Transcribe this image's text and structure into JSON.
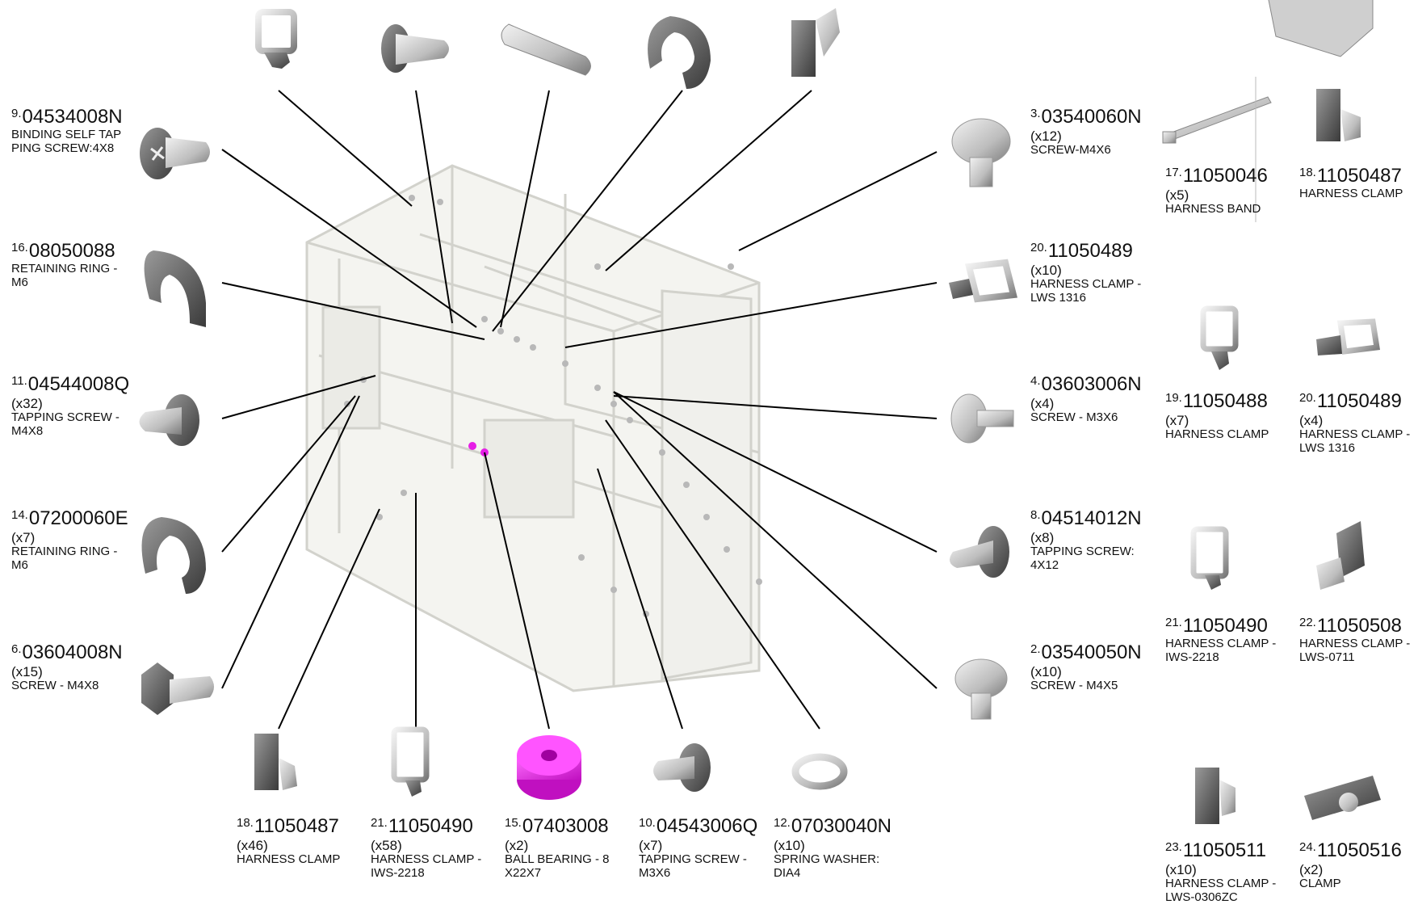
{
  "parts": [
    {
      "id": "p9",
      "num": "9.",
      "code": "04534008N",
      "qty": "",
      "desc": "BINDING SELF TAP PING SCREW:4X8",
      "icon": "binding-screw-icon"
    },
    {
      "id": "p16",
      "num": "16.",
      "code": "08050088",
      "qty": "",
      "desc": "RETAINING RING - M6",
      "icon": "retaining-ring-icon"
    },
    {
      "id": "p11",
      "num": "11.",
      "code": "04544008Q",
      "qty": "(x32)",
      "desc": "TAPPING SCREW - M4X8",
      "icon": "tapping-screw-icon"
    },
    {
      "id": "p14",
      "num": "14.",
      "code": "07200060E",
      "qty": "(x7)",
      "desc": "RETAINING RING - M6",
      "icon": "e-ring-icon"
    },
    {
      "id": "p6",
      "num": "6.",
      "code": "03604008N",
      "qty": "(x15)",
      "desc": "SCREW - M4X8",
      "icon": "hex-screw-icon"
    },
    {
      "id": "p3",
      "num": "3.",
      "code": "03540060N",
      "qty": "(x12)",
      "desc": "SCREW-M4X6",
      "icon": "mushroom-screw-icon"
    },
    {
      "id": "p20a",
      "num": "20.",
      "code": "11050489",
      "qty": "(x10)",
      "desc": "HARNESS CLAMP - LWS 1316",
      "icon": "harness-clamp-icon"
    },
    {
      "id": "p4",
      "num": "4.",
      "code": "03603006N",
      "qty": "(x4)",
      "desc": "SCREW - M3X6",
      "icon": "flange-screw-icon"
    },
    {
      "id": "p8",
      "num": "8.",
      "code": "04514012N",
      "qty": "(x8)",
      "desc": "TAPPING SCREW: 4X12",
      "icon": "tapping-screw-icon"
    },
    {
      "id": "p2",
      "num": "2.",
      "code": "03540050N",
      "qty": "(x10)",
      "desc": "SCREW - M4X5",
      "icon": "mushroom-screw-icon"
    },
    {
      "id": "p18a",
      "num": "18.",
      "code": "11050487",
      "qty": "(x46)",
      "desc": "HARNESS CLAMP",
      "icon": "harness-clamp-icon"
    },
    {
      "id": "p21a",
      "num": "21.",
      "code": "11050490",
      "qty": "(x58)",
      "desc": "HARNESS CLAMP - IWS-2218",
      "icon": "harness-clamp-icon"
    },
    {
      "id": "p15",
      "num": "15.",
      "code": "07403008",
      "qty": "(x2)",
      "desc": "BALL BEARING - 8 X22X7",
      "icon": "ball-bearing-icon",
      "highlight": "#e61ee6"
    },
    {
      "id": "p10",
      "num": "10.",
      "code": "04543006Q",
      "qty": "(x7)",
      "desc": "TAPPING SCREW - M3X6",
      "icon": "tapping-screw-icon"
    },
    {
      "id": "p12",
      "num": "12.",
      "code": "07030040N",
      "qty": "(x10)",
      "desc": "SPRING WASHER: DIA4",
      "icon": "spring-washer-icon"
    },
    {
      "id": "p17",
      "num": "17.",
      "code": "11050046",
      "qty": "(x5)",
      "desc": "HARNESS BAND",
      "icon": "cable-tie-icon"
    },
    {
      "id": "p18b",
      "num": "18.",
      "code": "11050487",
      "qty": "",
      "desc": "HARNESS CLAMP",
      "icon": "harness-clamp-icon"
    },
    {
      "id": "p19",
      "num": "19.",
      "code": "11050488",
      "qty": "(x7)",
      "desc": "HARNESS CLAMP",
      "icon": "harness-clamp-icon"
    },
    {
      "id": "p20b",
      "num": "20.",
      "code": "11050489",
      "qty": "(x4)",
      "desc": "HARNESS CLAMP - LWS 1316",
      "icon": "harness-clamp-icon"
    },
    {
      "id": "p21b",
      "num": "21.",
      "code": "11050490",
      "qty": "",
      "desc": "HARNESS CLAMP - IWS-2218",
      "icon": "harness-clamp-icon"
    },
    {
      "id": "p22",
      "num": "22.",
      "code": "11050508",
      "qty": "",
      "desc": "HARNESS CLAMP - LWS-0711",
      "icon": "harness-clamp-icon"
    },
    {
      "id": "p23",
      "num": "23.",
      "code": "11050511",
      "qty": "(x10)",
      "desc": "HARNESS CLAMP - LWS-0306ZC",
      "icon": "harness-clamp-icon"
    },
    {
      "id": "p24",
      "num": "24.",
      "code": "11050516",
      "qty": "(x2)",
      "desc": "CLAMP",
      "icon": "clamp-icon"
    }
  ],
  "colors": {
    "line": "#000000",
    "part": "#bdbdbd",
    "frame": "#dcdcd6",
    "highlight": "#e61ee6"
  }
}
